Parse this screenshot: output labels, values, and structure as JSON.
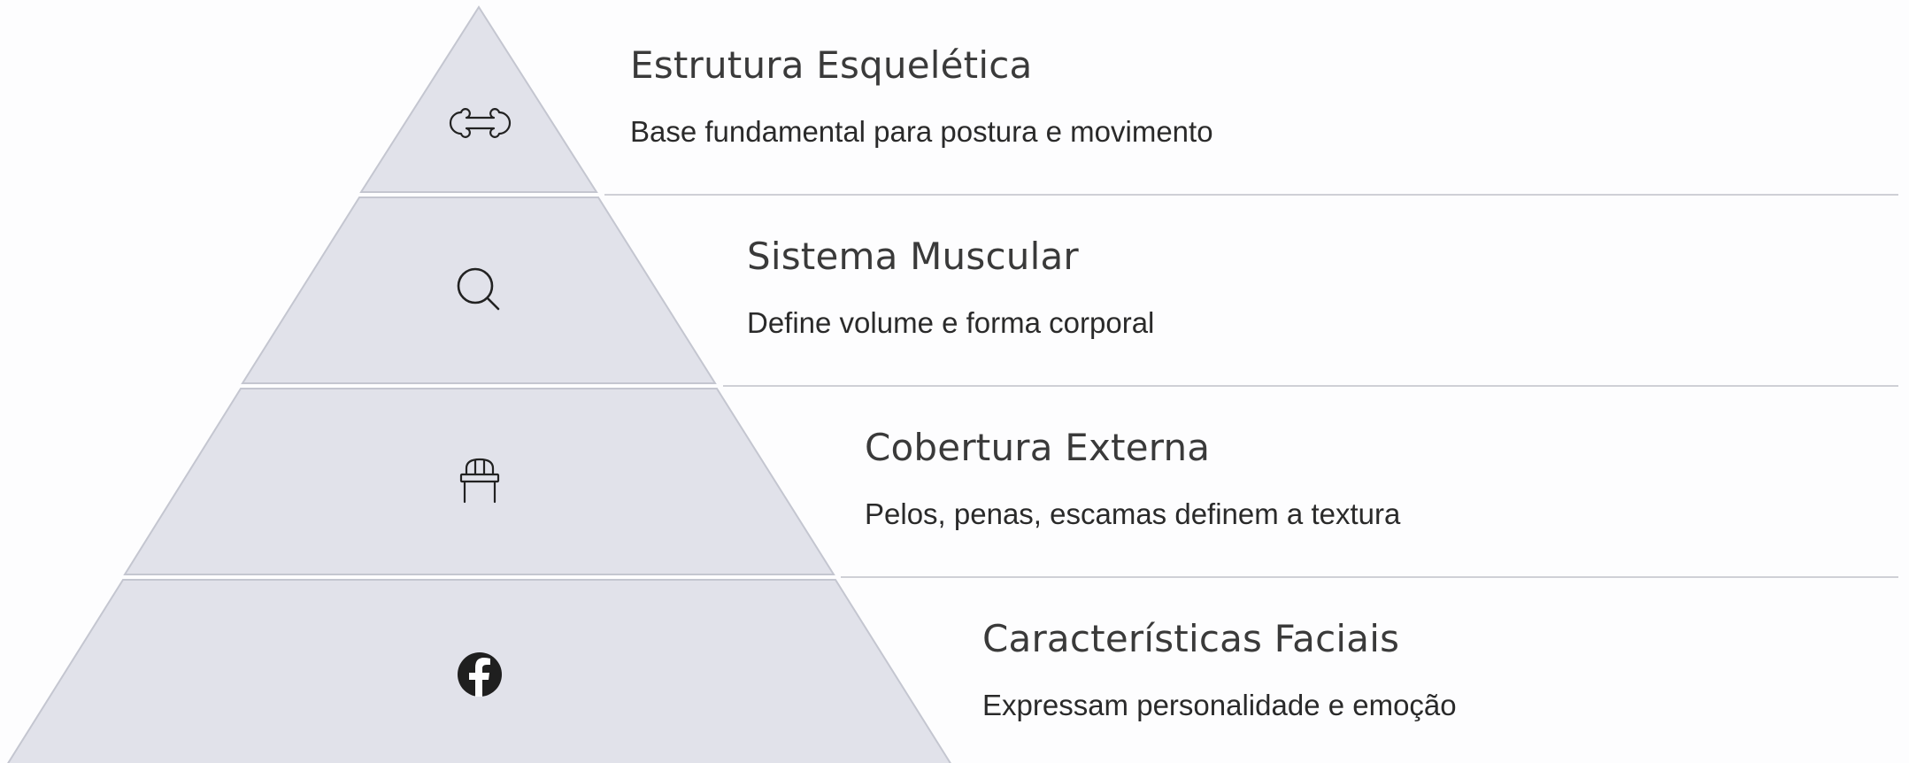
{
  "theme": {
    "background": "#fdfdfe",
    "segment_fill": "#e1e2ea",
    "segment_stroke": "#c4c6d0",
    "separator_line": "#cfd0d6",
    "icon_color": "#222222",
    "title_color": "#3a3a3a",
    "desc_color": "#2a2a2a"
  },
  "levels": [
    {
      "title": "Estrutura Esquelética",
      "description": "Base fundamental para postura e movimento",
      "icon": "bone-icon"
    },
    {
      "title": "Sistema Muscular",
      "description": "Define volume e forma corporal",
      "icon": "magnifier-icon"
    },
    {
      "title": "Cobertura Externa",
      "description": "Pelos, penas, escamas definem a textura",
      "icon": "chair-icon"
    },
    {
      "title": "Características Faciais",
      "description": "Expressam personalidade e emoção",
      "icon": "facebook-icon"
    }
  ]
}
